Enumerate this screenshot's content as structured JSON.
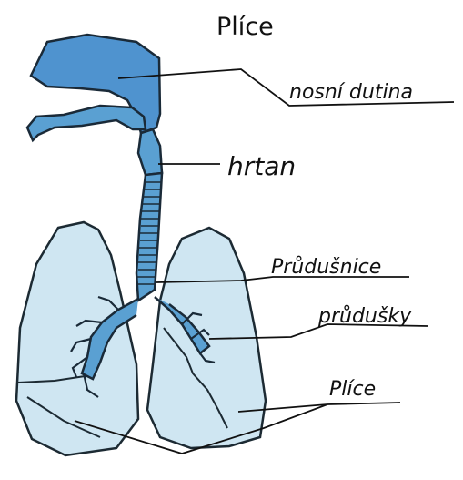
{
  "title": "Plíce",
  "labels": {
    "nasal_cavity": "nosní dutina",
    "larynx": "hrtan",
    "trachea": "Průdušnice",
    "bronchi": "průdušky",
    "lungs": "Plíce"
  },
  "colors": {
    "nasal_fill": "#4f93cf",
    "airway_fill": "#5aa0d2",
    "lung_fill": "#cfe6f2",
    "lung_stroke": "#1c2a33",
    "ink": "#111111"
  }
}
